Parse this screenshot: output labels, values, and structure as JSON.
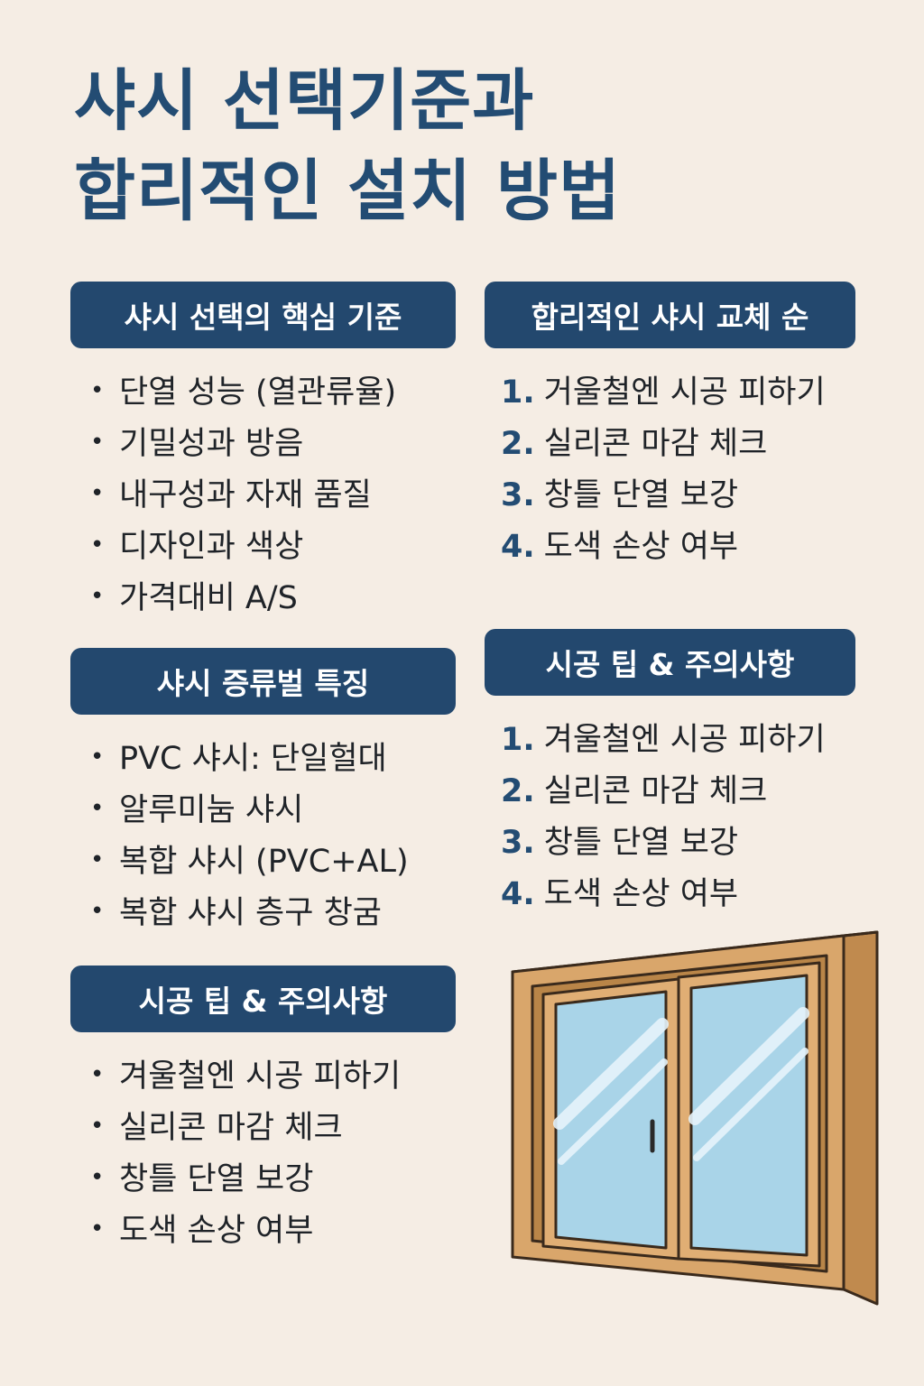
{
  "title": {
    "line1": "샤시 선택기준과",
    "line2": "합리적인 설치 방법"
  },
  "selection_criteria": {
    "heading": "샤시 선택의 핵심 기준",
    "items": [
      "단열 성능 (열관류율)",
      "기밀성과 방음",
      "내구성과 자재 품질",
      "디자인과 색상",
      "가격대비 A/S"
    ]
  },
  "replacement_order": {
    "heading": "합리적인 샤시 교체 순",
    "steps": [
      {
        "num": "1.",
        "text": "거울철엔 시공 피하기"
      },
      {
        "num": "2.",
        "text": "실리콘 마감 체크"
      },
      {
        "num": "3.",
        "text": "창틀 단열 보강"
      },
      {
        "num": "4.",
        "text": "도색 손상 여부"
      }
    ]
  },
  "sash_types": {
    "heading": "샤시 증류벌 특징",
    "items": [
      "PVC 샤시: 단일헐대",
      "알루미눔 샤시",
      "복합 샤시 (PVC+AL)",
      "복합 샤시 층구 창굼"
    ]
  },
  "tips_right": {
    "heading": "시공 팁 & 주의사항",
    "steps": [
      {
        "num": "1.",
        "text": "겨울철엔 시공 피하기"
      },
      {
        "num": "2.",
        "text": "실리콘 마감 체크"
      },
      {
        "num": "3.",
        "text": "창틀 단열 보강"
      },
      {
        "num": "4.",
        "text": "도색 손상 여부"
      }
    ]
  },
  "tips_left": {
    "heading": "시공 팁 & 주의사항",
    "items": [
      "겨울철엔 시공 피하기",
      "실리콘 마감 체크",
      "창틀 단열 보강",
      "도색 손상 여부"
    ]
  },
  "illustration": {
    "icon": "sliding-window-icon",
    "frame_color": "#d9a66b",
    "glass_color": "#a9d4e8"
  }
}
